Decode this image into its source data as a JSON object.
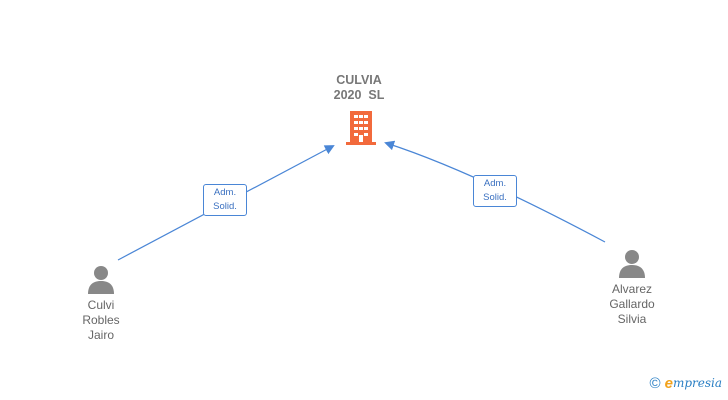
{
  "company": {
    "name_line1": "CULVIA",
    "name_line2": "2020  SL",
    "icon": "building-icon",
    "color": "#f26a3c"
  },
  "people": [
    {
      "line1": "Culvi",
      "line2": "Robles",
      "line3": "Jairo",
      "icon": "person-icon"
    },
    {
      "line1": "Alvarez",
      "line2": "Gallardo",
      "line3": "Silvia",
      "icon": "person-icon"
    }
  ],
  "relations": [
    {
      "role_line1": "Adm.",
      "role_line2": "Solid."
    },
    {
      "role_line1": "Adm.",
      "role_line2": "Solid."
    }
  ],
  "footer": {
    "copyright": "©",
    "brand_initial": "e",
    "brand_rest": "mpresia"
  },
  "colors": {
    "link": "#4a86d6",
    "person": "#888888",
    "text": "#666666"
  }
}
